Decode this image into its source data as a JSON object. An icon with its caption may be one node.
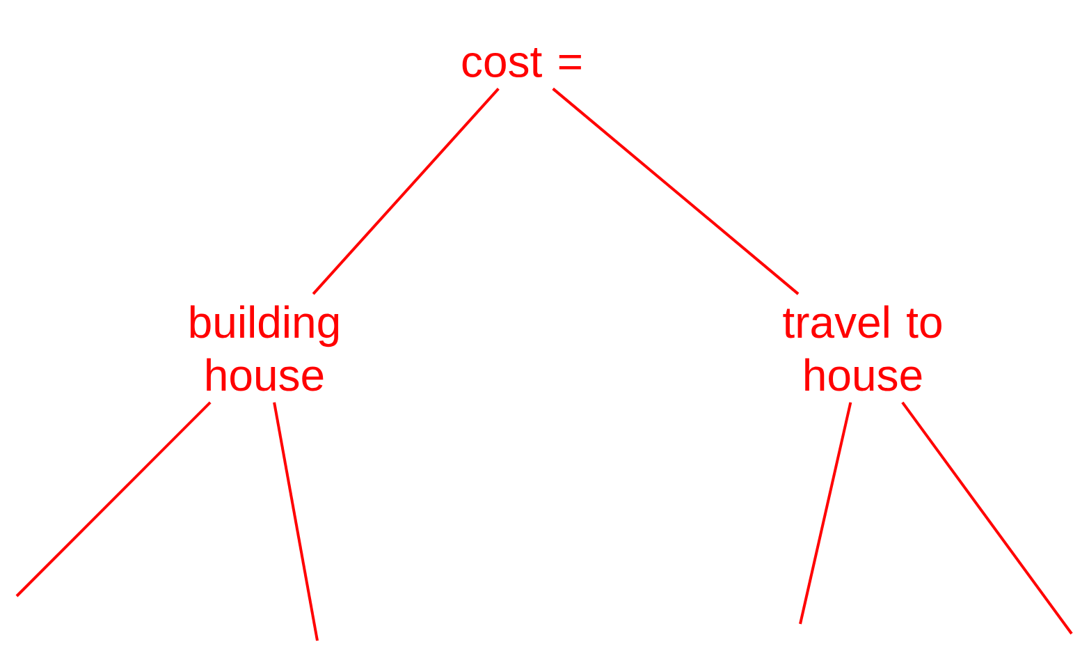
{
  "diagram": {
    "nodes": [
      {
        "text": [
          "cost ="
        ]
      },
      {
        "text": [
          "building house"
        ]
      },
      {
        "text": [
          "travel to house"
        ]
      }
    ],
    "edges": [
      {
        "from": 1,
        "to": 0,
        "arrow": "none"
      },
      {
        "from": 0,
        "to": 2,
        "arrow": "none"
      },
      {
        "from": 1,
        "to": null,
        "arrow": "none"
      },
      {
        "from": 1,
        "to": null,
        "arrow": "none"
      },
      {
        "from": 2,
        "to": null,
        "arrow": "none"
      },
      {
        "from": 2,
        "to": null,
        "arrow": "none"
      }
    ]
  }
}
